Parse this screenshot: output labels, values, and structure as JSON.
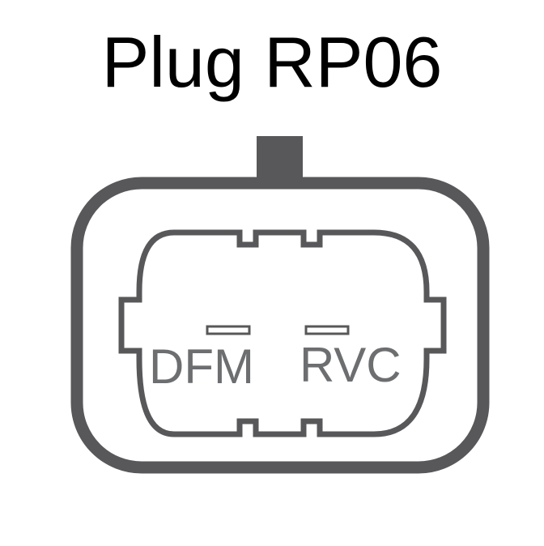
{
  "title": "Plug RP06",
  "pins": [
    {
      "label": "DFM"
    },
    {
      "label": "RVC"
    }
  ],
  "colors": {
    "outline": "#58585a",
    "text": "#000000",
    "background": "#ffffff"
  }
}
